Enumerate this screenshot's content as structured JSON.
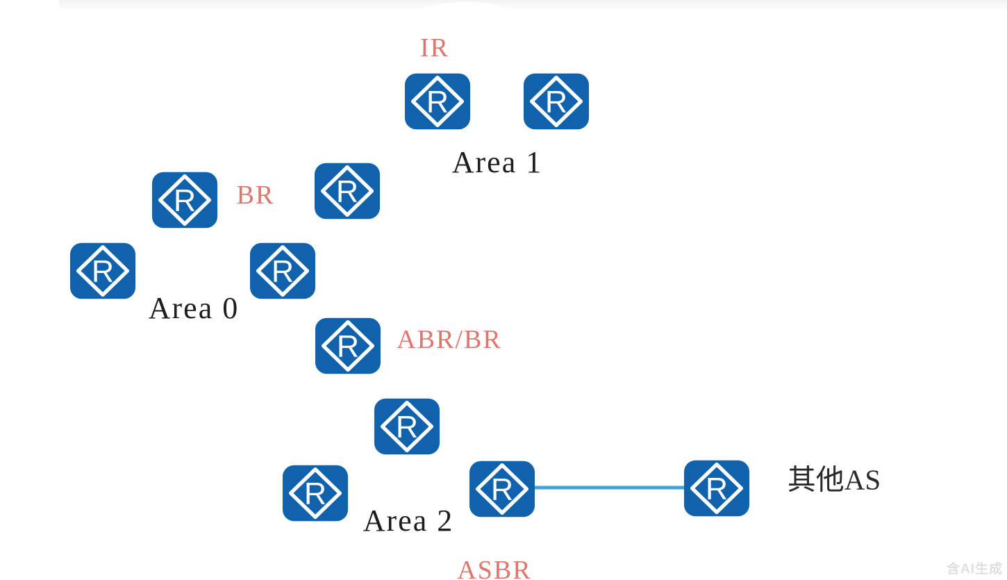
{
  "areas": [
    {
      "id": "area-0",
      "label": "Area 0"
    },
    {
      "id": "area-1",
      "label": "Area 1"
    },
    {
      "id": "area-2",
      "label": "Area 2"
    },
    {
      "id": "other-as",
      "label": "其他AS"
    }
  ],
  "router_roles": {
    "ir": "IR",
    "br": "BR",
    "abr_br": "ABR/BR",
    "asbr": "ASBR"
  },
  "routers": {
    "glyph": "R",
    "count": 11
  },
  "links": [
    {
      "between": [
        "Area 2",
        "其他AS"
      ],
      "color": "#3da4dd"
    }
  ],
  "watermark": "含AI生成",
  "colors": {
    "background": "#ffffff",
    "cloud_stroke": "#a7a7a7",
    "cloud_fill": "#ffffff",
    "router_blue": "#0f62ab",
    "role_label_red": "#dd766d",
    "area_label_dark": "#1d1d1d",
    "link_blue": "#3da4dd"
  }
}
